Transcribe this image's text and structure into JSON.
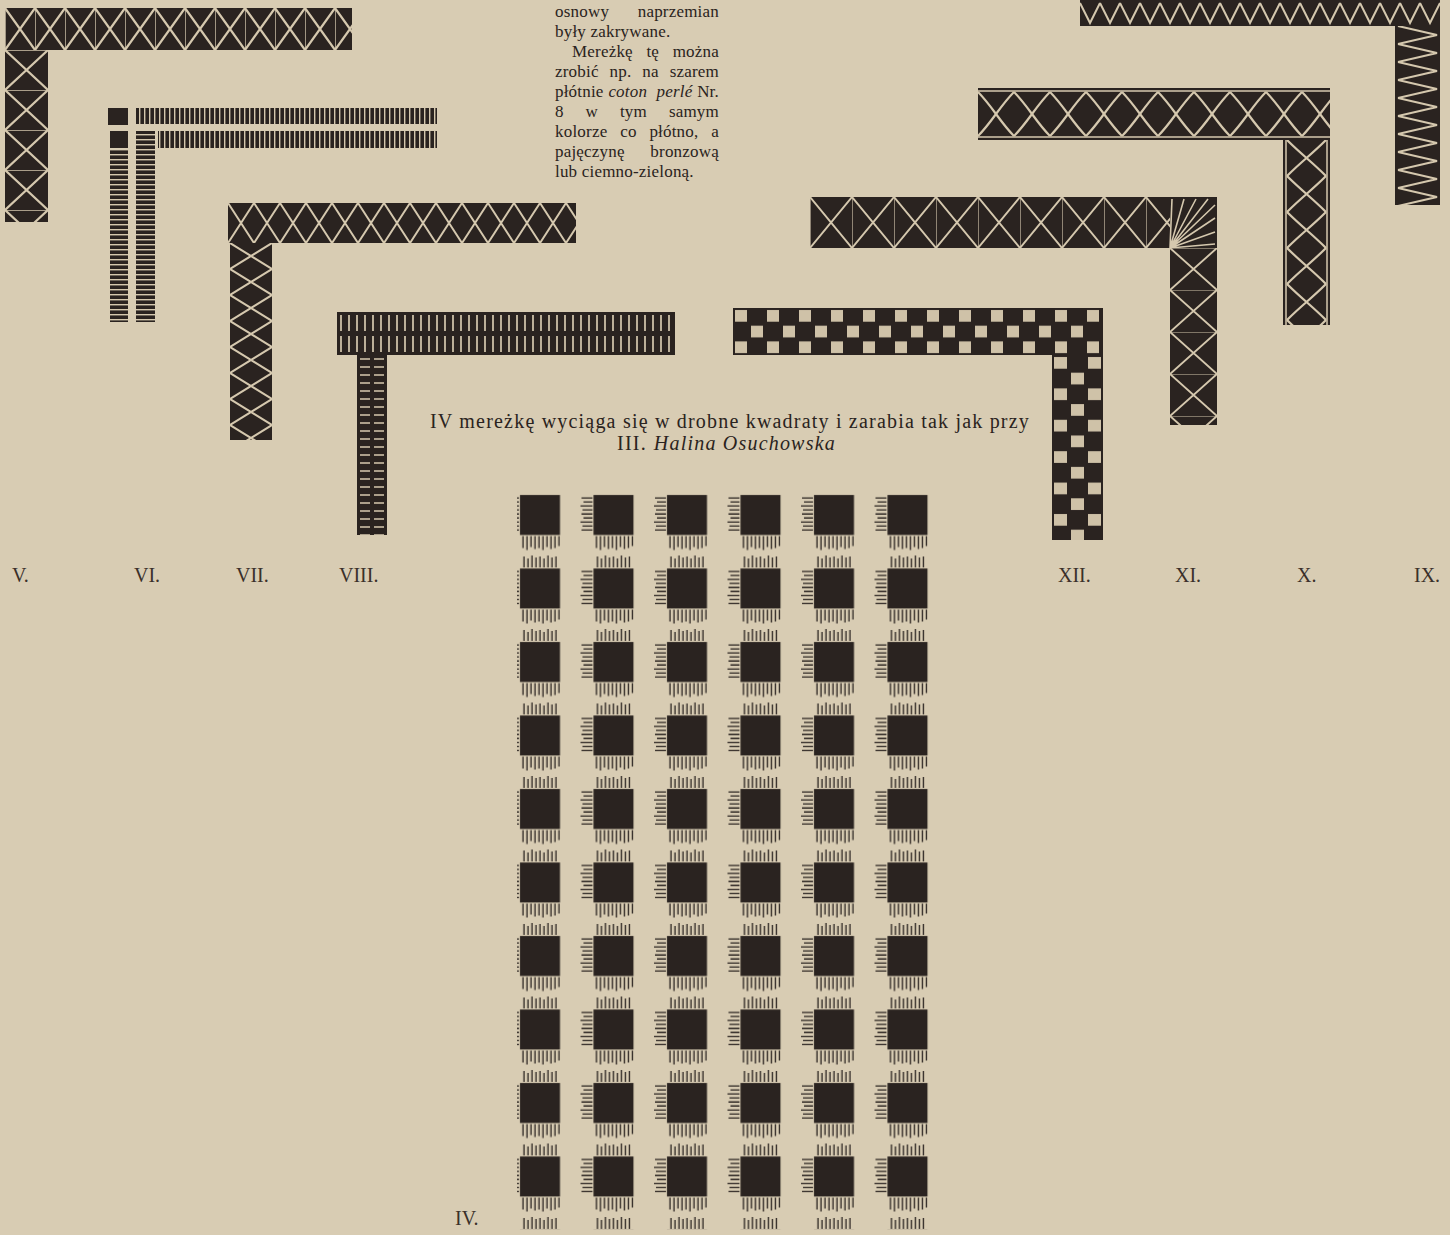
{
  "diagram": {
    "labels": [
      "osnowy naprzemian były zakrywane.",
      "Mereżkę tę można zrobić np. na szarem płótnie",
      "coton perlé",
      "Nr. 8 w tym samym kolorze co płótno, a pajęczynę bronzową lub ciemno-zieloną.",
      "IV mereżkę wyciąga się w drobne kwadraty i zarabia tak jak przy III.",
      "Halina Osuchowska",
      "V.",
      "VI.",
      "VII.",
      "VIII.",
      "XII.",
      "XI.",
      "X.",
      "IX.",
      "IV."
    ]
  }
}
